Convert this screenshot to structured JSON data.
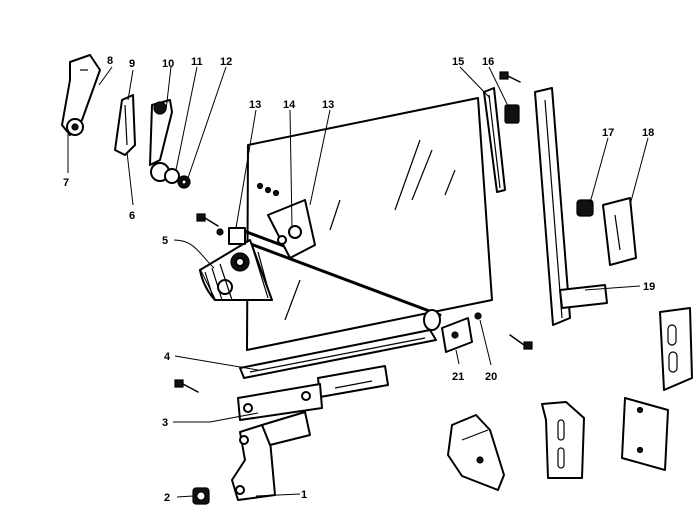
{
  "diagram": {
    "callouts": [
      {
        "id": "c1",
        "label": "1"
      },
      {
        "id": "c2",
        "label": "2"
      },
      {
        "id": "c3",
        "label": "3"
      },
      {
        "id": "c4",
        "label": "4"
      },
      {
        "id": "c5",
        "label": "5"
      },
      {
        "id": "c6",
        "label": "6"
      },
      {
        "id": "c7",
        "label": "7"
      },
      {
        "id": "c8",
        "label": "8"
      },
      {
        "id": "c9",
        "label": "9"
      },
      {
        "id": "c10",
        "label": "10"
      },
      {
        "id": "c11",
        "label": "11"
      },
      {
        "id": "c12",
        "label": "12"
      },
      {
        "id": "c13a",
        "label": "13"
      },
      {
        "id": "c13b",
        "label": "13"
      },
      {
        "id": "c14",
        "label": "14"
      },
      {
        "id": "c15",
        "label": "15"
      },
      {
        "id": "c16",
        "label": "16"
      },
      {
        "id": "c17",
        "label": "17"
      },
      {
        "id": "c18",
        "label": "18"
      },
      {
        "id": "c19",
        "label": "19"
      },
      {
        "id": "c20",
        "label": "20"
      },
      {
        "id": "c21",
        "label": "21"
      }
    ]
  }
}
